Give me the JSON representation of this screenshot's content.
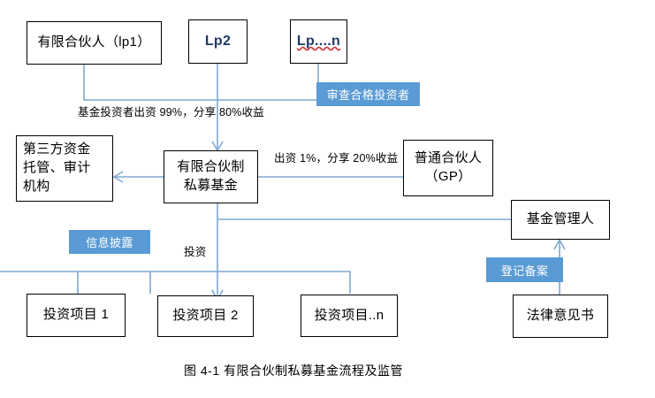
{
  "diagram": {
    "caption": "图 4-1  有限合伙制私募基金流程及监管",
    "accent_blue": "#5b9bd5",
    "wire_blue": "#7fa9d4",
    "box_border": "#000000",
    "nodes": {
      "lp1": "有限合伙人（lp1）",
      "lp2": "Lp2",
      "lpn": "Lp....n",
      "custodian": "第三方资金\n托管、审计\n机构",
      "fund": "有限合伙制\n私募基金",
      "gp": "普通合伙人\n（GP）",
      "fund_manager": "基金管理人",
      "legal_opinion": "法律意见书",
      "project1": "投资项目 1",
      "project2": "投资项目 2",
      "project3": "投资项目..n"
    },
    "tags": {
      "qualified_investor": "审查合格投资者",
      "info_disclosure": "信息披露",
      "registration": "登记备案"
    },
    "edge_labels": {
      "lp_contribution": "基金投资者出资 99%，分享 80%收益",
      "gp_contribution": "出资 1%，分享 20%收益",
      "investment": "投资"
    }
  }
}
